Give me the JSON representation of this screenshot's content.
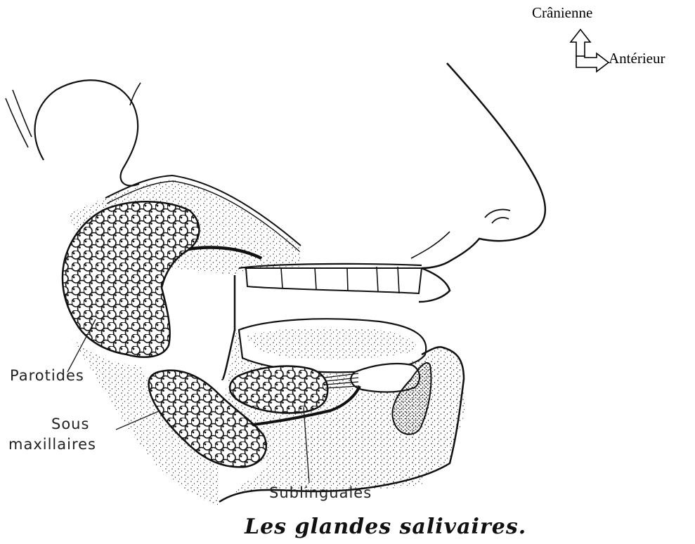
{
  "orientation": {
    "up_label": "Crânienne",
    "right_label": "Antérieur"
  },
  "labels": {
    "parotides": "Parotides",
    "sous_line1": "Sous",
    "sous_line2": "maxillaires",
    "sublinguales": "Sublinguales"
  },
  "caption": "Les glandes salivaires.",
  "colors": {
    "ink": "#111111",
    "paper": "#ffffff"
  }
}
